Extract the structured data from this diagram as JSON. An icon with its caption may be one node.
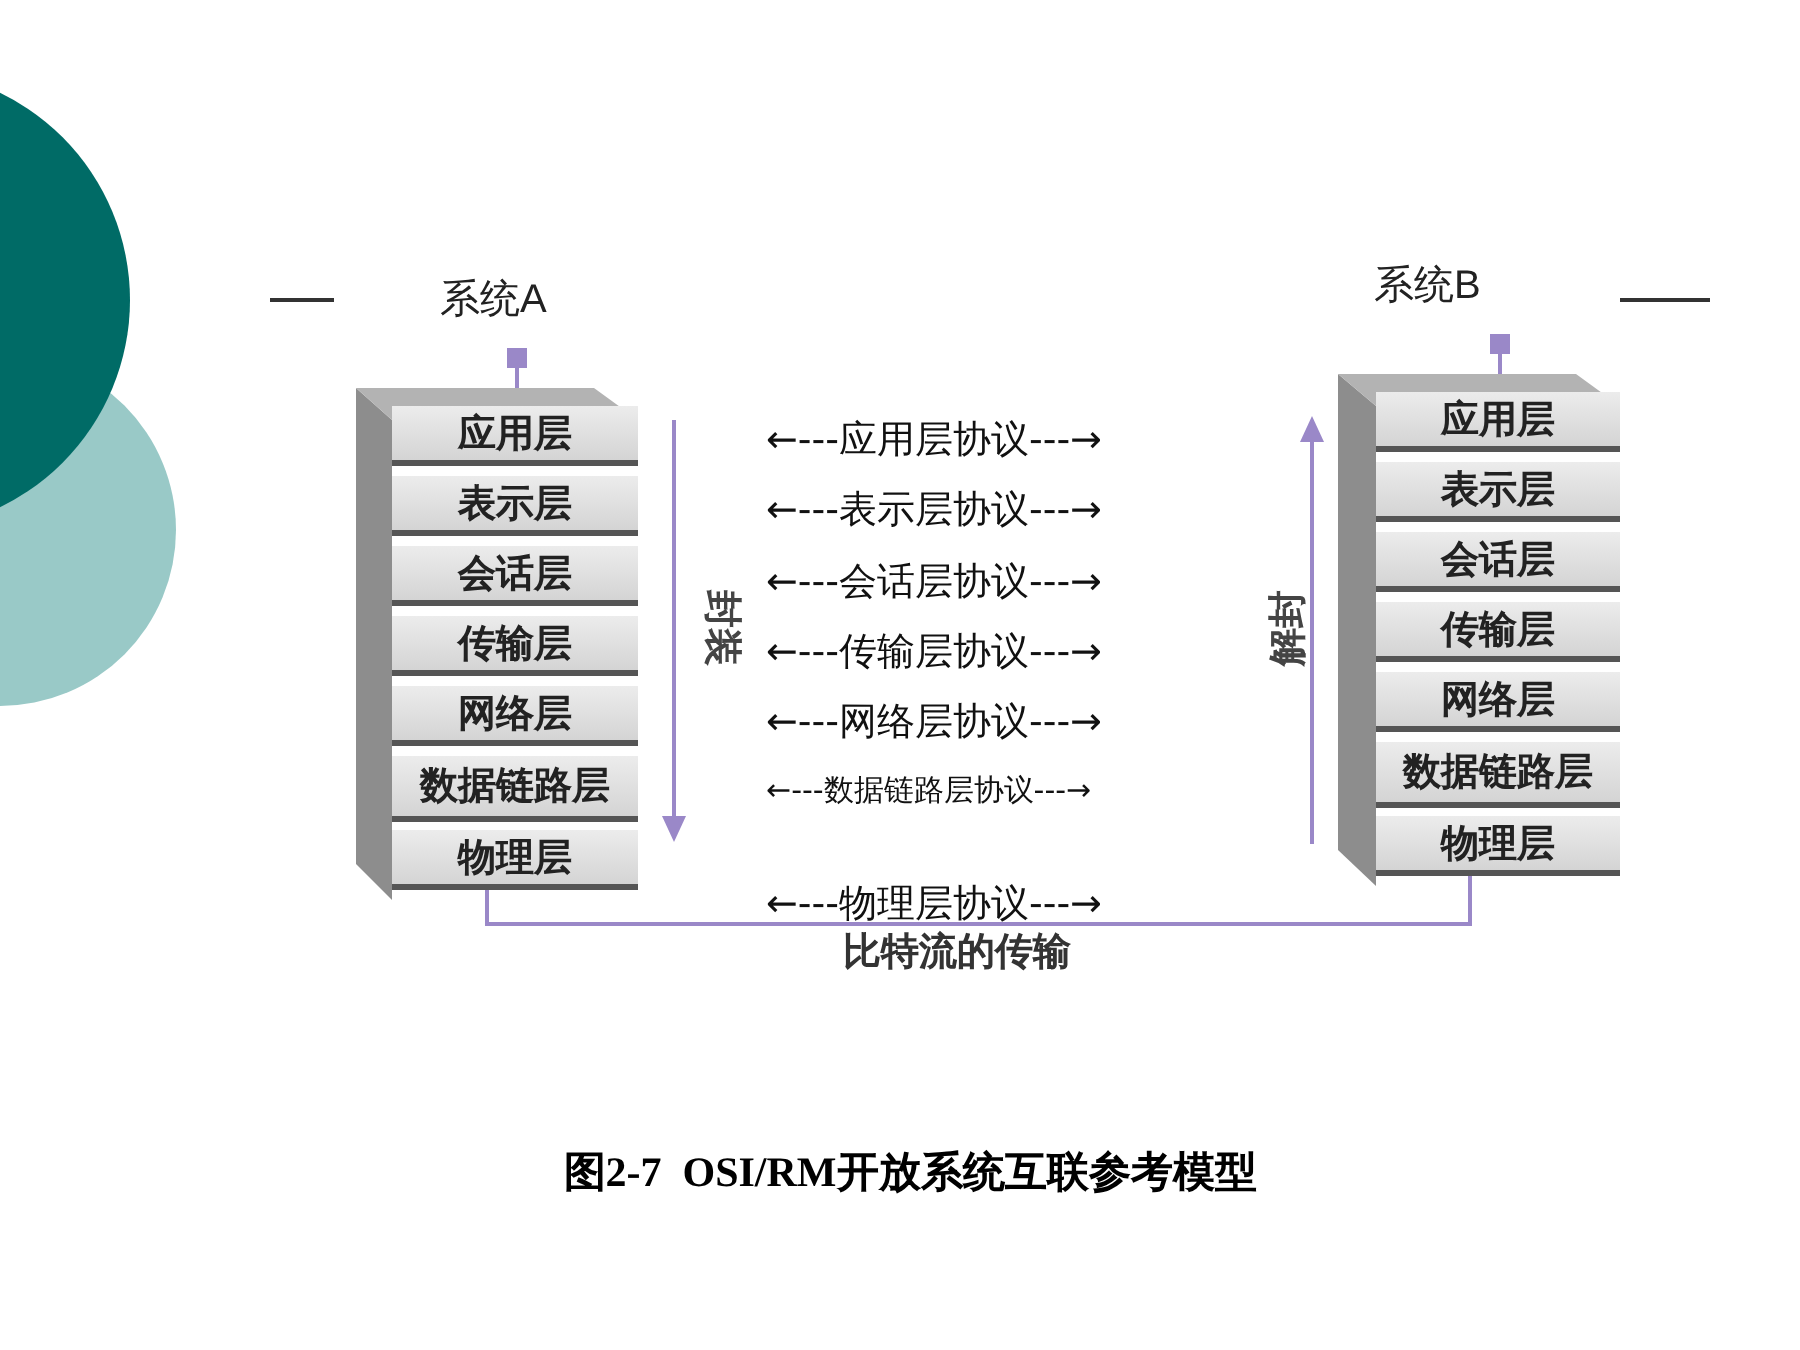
{
  "diagram": {
    "caption": "图2-7  OSI/RM开放系统互联参考模型",
    "nodes": [
      {
        "text": [
          "系统A"
        ]
      },
      {
        "text": [
          "应用层"
        ],
        "in": 0
      },
      {
        "text": [
          "表示层"
        ],
        "in": 0
      },
      {
        "text": [
          "会话层"
        ],
        "in": 0
      },
      {
        "text": [
          "传输层"
        ],
        "in": 0
      },
      {
        "text": [
          "网络层"
        ],
        "in": 0
      },
      {
        "text": [
          "数据链路层"
        ],
        "in": 0
      },
      {
        "text": [
          "物理层"
        ],
        "in": 0
      },
      {
        "text": [
          "系统B"
        ]
      },
      {
        "text": [
          "应用层"
        ],
        "in": 8
      },
      {
        "text": [
          "表示层"
        ],
        "in": 8
      },
      {
        "text": [
          "会话层"
        ],
        "in": 8
      },
      {
        "text": [
          "传输层"
        ],
        "in": 8
      },
      {
        "text": [
          "网络层"
        ],
        "in": 8
      },
      {
        "text": [
          "数据链路层"
        ],
        "in": 8
      },
      {
        "text": [
          "物理层"
        ],
        "in": 8
      }
    ],
    "edges": [
      {
        "from": 7,
        "to": 15,
        "arrow": "none",
        "label": "比特流的传输"
      }
    ],
    "labels": [
      "←---应用层协议---→",
      "←---表示层协议---→",
      "←---会话层协议---→",
      "←---传输层协议---→",
      "←---网络层协议---→",
      "←---数据链路层协议---→",
      "←---物理层协议---→",
      "封装",
      "解封"
    ]
  }
}
